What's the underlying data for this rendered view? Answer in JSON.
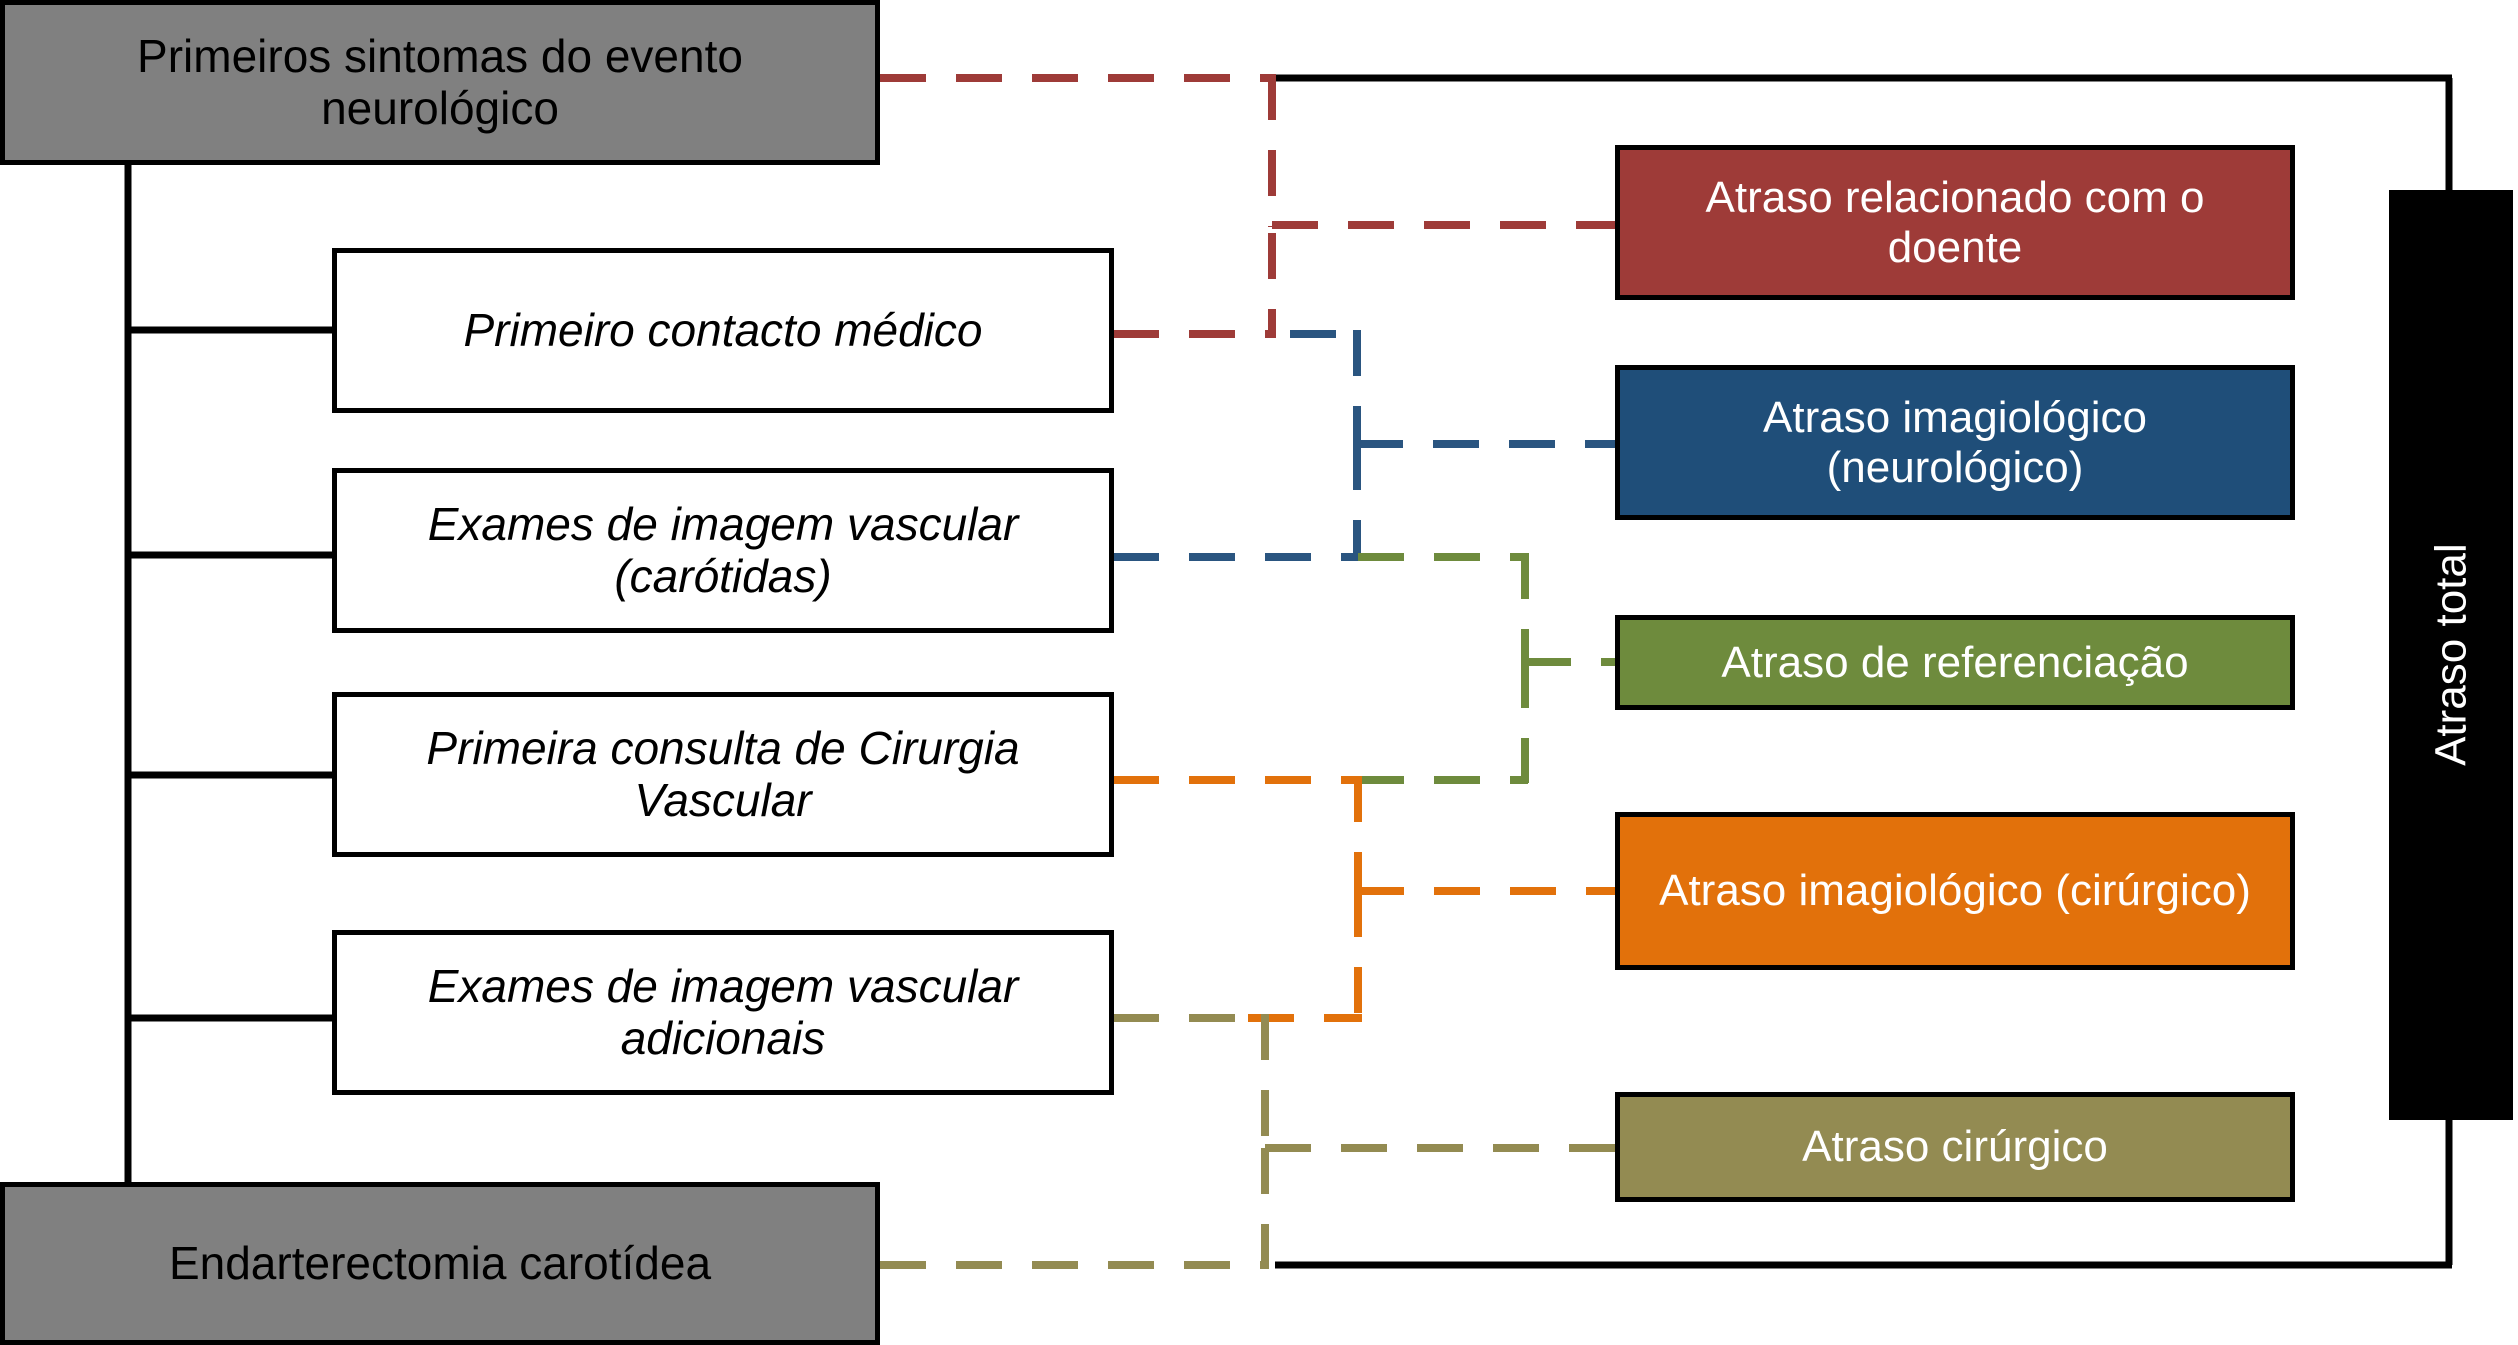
{
  "diagram": {
    "title": "Atraso total",
    "language": "pt",
    "type": "flowchart-timeline"
  },
  "timeline_boxes": [
    {
      "id": "first-symptoms",
      "label": "Primeiros sintomas do evento neurológico",
      "style": "gray"
    },
    {
      "id": "first-medical-contact",
      "label": "Primeiro contacto médico",
      "style": "white"
    },
    {
      "id": "vascular-imaging-carotids",
      "label": "Exames de imagem vascular (carótidas)",
      "style": "white"
    },
    {
      "id": "first-vascular-surgery-consult",
      "label": "Primeira consulta de Cirurgia Vascular",
      "style": "white"
    },
    {
      "id": "additional-vascular-imaging",
      "label": "Exames de imagem vascular adicionais",
      "style": "white"
    },
    {
      "id": "carotid-endarterectomy",
      "label": "Endarterectomia carotídea",
      "style": "gray"
    }
  ],
  "delay_boxes": [
    {
      "id": "patient-delay",
      "label": "Atraso relacionado com o doente",
      "color": "#9e3b38"
    },
    {
      "id": "imaging-delay-neuro",
      "label": "Atraso imagiológico (neurológico)",
      "color": "#1f4e79"
    },
    {
      "id": "referral-delay",
      "label": "Atraso de referenciação",
      "color": "#6e8b3d"
    },
    {
      "id": "imaging-delay-surgical",
      "label": "Atraso imagiológico (cirúrgico)",
      "color": "#e2710b"
    },
    {
      "id": "surgical-delay",
      "label": "Atraso cirúrgico",
      "color": "#938b52"
    }
  ],
  "total_bar": {
    "id": "total-delay",
    "label": "Atraso total",
    "color": "#000000"
  },
  "colors": {
    "patient": "#9e3b38",
    "imaging_neuro": "#2a5580",
    "referral": "#6e8b3d",
    "imaging_surgical": "#e2710b",
    "surgical": "#938b52",
    "total": "#000000",
    "stage_gray": "#808080",
    "outline": "#000000",
    "background": "#ffffff"
  },
  "box_text_lines": {
    "first-symptoms": [
      "Primeiros sintomas do",
      "evento neurológico"
    ],
    "first-medical-contact": [
      "Primeiro contacto médico"
    ],
    "vascular-imaging-carotids": [
      "Exames de imagem vascular",
      "(carótidas)"
    ],
    "first-vascular-surgery-consult": [
      "Primeira consulta de Cirurgia",
      "Vascular"
    ],
    "additional-vascular-imaging": [
      "Exames de imagem vascular",
      "adicionais"
    ],
    "carotid-endarterectomy": [
      "Endarterectomia carotídea"
    ],
    "patient-delay": [
      "Atraso relacionado com o",
      "doente"
    ],
    "imaging-delay-neuro": [
      "Atraso imagiológico",
      "(neurológico)"
    ],
    "referral-delay": [
      "Atraso de referenciação"
    ],
    "imaging-delay-surgical": [
      "Atraso imagiológico",
      "(cirúrgico)"
    ],
    "surgical-delay": [
      "Atraso cirúrgico"
    ],
    "total-delay": [
      "Atraso total"
    ]
  }
}
